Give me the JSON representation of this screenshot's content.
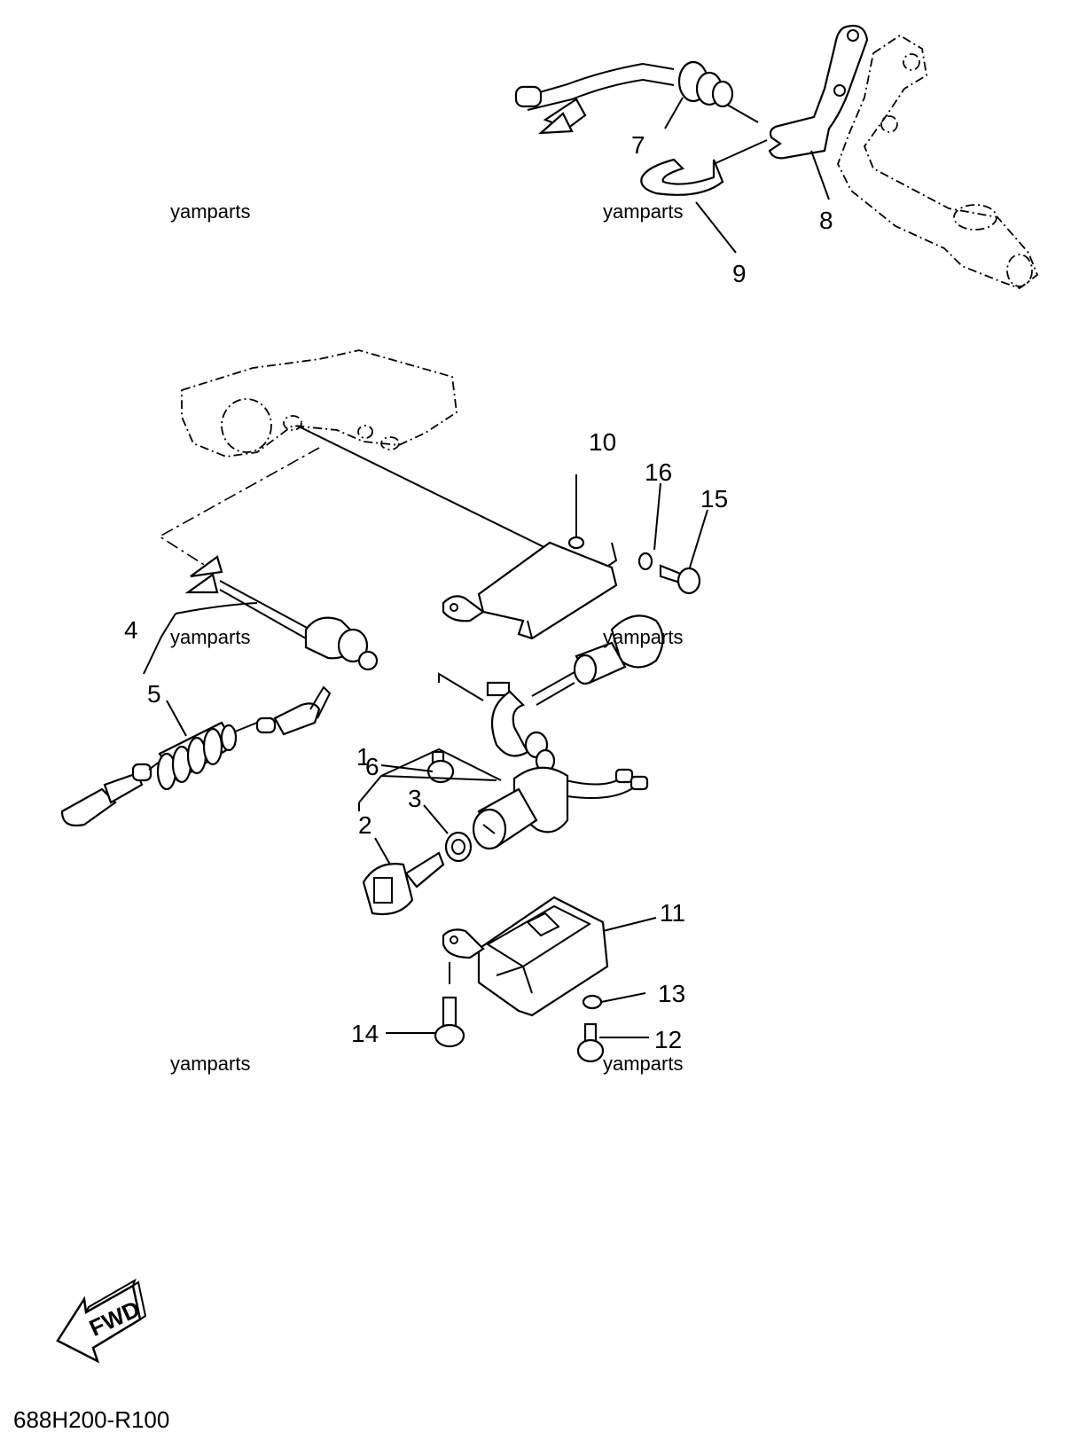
{
  "callouts": {
    "c1": "1",
    "c2": "2",
    "c3": "3",
    "c4": "4",
    "c5": "5",
    "c6": "6",
    "c7": "7",
    "c8": "8",
    "c9": "9",
    "c10": "10",
    "c11": "11",
    "c12": "12",
    "c13": "13",
    "c14": "14",
    "c15": "15",
    "c16": "16"
  },
  "watermark": "yamparts",
  "fwd_label": "FWD",
  "diagram_code": "688H200-R100"
}
